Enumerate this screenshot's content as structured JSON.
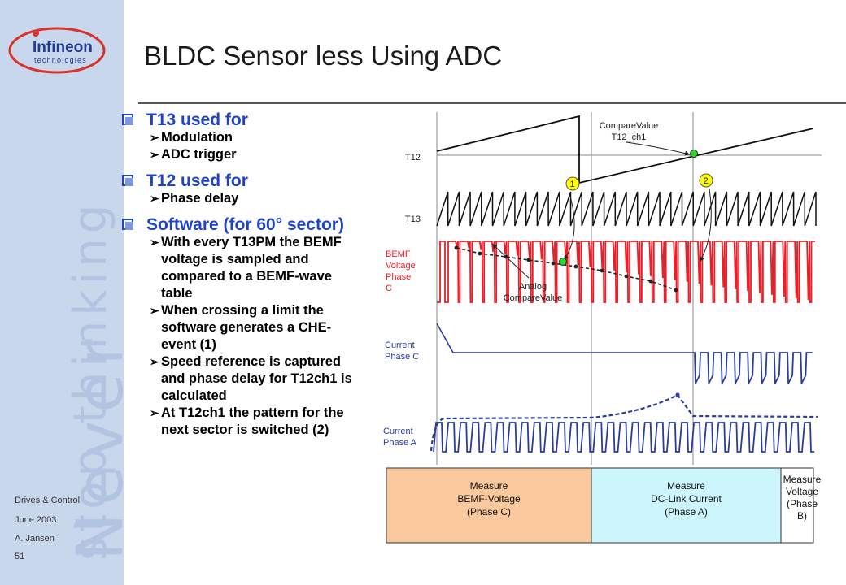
{
  "logo": {
    "line1": "Infineon",
    "line2": "technologies"
  },
  "watermark": {
    "line1": "stop thinking",
    "line2": "Never"
  },
  "meta": {
    "dept": "Drives & Control",
    "date": "June 2003",
    "author": "A. Jansen",
    "page": "51"
  },
  "title": "BLDC Sensor less Using ADC",
  "bullets": [
    {
      "text": "T13 used for",
      "subs": [
        "Modulation",
        "ADC trigger"
      ]
    },
    {
      "text": "T12 used for",
      "subs": [
        " Phase delay"
      ]
    },
    {
      "text": "Software (for 60° sector)",
      "subs": [
        "With every T13PM the BEMF voltage is sampled and compared to a BEMF-wave table",
        "When crossing a limit the software generates a CHE-event (1)",
        "Speed reference is captured and phase delay for T12ch1 is calculated",
        "At T12ch1 the pattern for the next sector is switched (2)"
      ]
    }
  ],
  "diagram": {
    "labels": {
      "t12": "T12",
      "t13": "T13",
      "bemf": [
        "BEMF",
        "Voltage",
        "Phase",
        "C"
      ],
      "current_c": [
        "Current",
        "Phase C"
      ],
      "current_a": [
        "Current",
        "Phase A"
      ],
      "compare_value": [
        "CompareValue",
        "T12_ch1"
      ],
      "analog_compare": [
        "Analog",
        "CompareValue"
      ],
      "marker1": "1",
      "marker2": "2"
    },
    "boxes": [
      {
        "lines": [
          "Measure",
          "BEMF-Voltage",
          "(Phase C)"
        ],
        "color": "#f9c89c"
      },
      {
        "lines": [
          "Measure",
          "DC-Link Current",
          "(Phase A)"
        ],
        "color": "#ccf6fb"
      },
      {
        "lines": [
          "Measure",
          "Voltage",
          "(Phase",
          "B)"
        ],
        "color": "#ffffff"
      }
    ],
    "colors": {
      "bemf": "#e8202a",
      "current": "#2b3d9b",
      "label_red": "#e8202a",
      "label_blue": "#2b3d9b",
      "marker_yellow": "#ffff00",
      "marker_green": "#22dd22"
    }
  }
}
